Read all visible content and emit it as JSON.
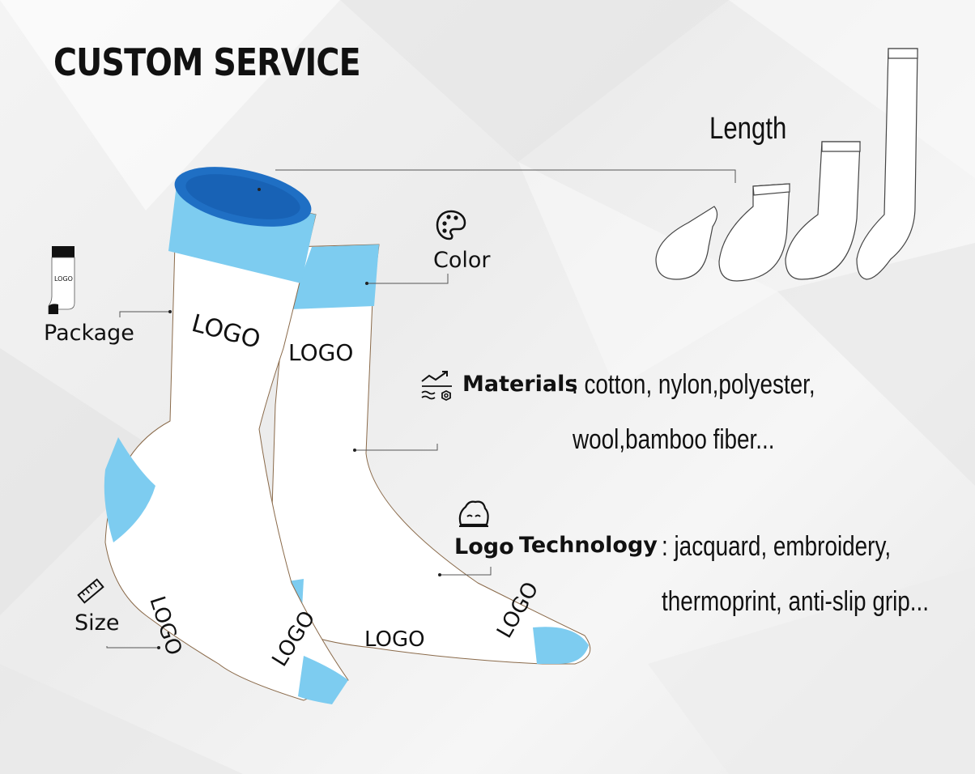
{
  "title": "CUSTOM SERVICE",
  "labels": {
    "length": "Length",
    "color": "Color",
    "package": "Package",
    "materials": "Materials",
    "materials_desc_line1": ": cotton, nylon,polyester,",
    "materials_desc_line2": "wool,bamboo fiber...",
    "size": "Size",
    "logo": "Logo",
    "technology": "Technology",
    "logo_desc_line1": ": jacquard, embroidery,",
    "logo_desc_line2": "thermoprint, anti-slip grip..."
  },
  "sock_print": {
    "logo_text": "LOGO"
  },
  "colors": {
    "light_blue": "#7dccf0",
    "dark_blue": "#1f6fc4",
    "text": "#111111"
  },
  "icons": [
    "palette-icon",
    "materials-chart-icon",
    "face-icon",
    "ruler-icon",
    "package-sock-icon"
  ]
}
